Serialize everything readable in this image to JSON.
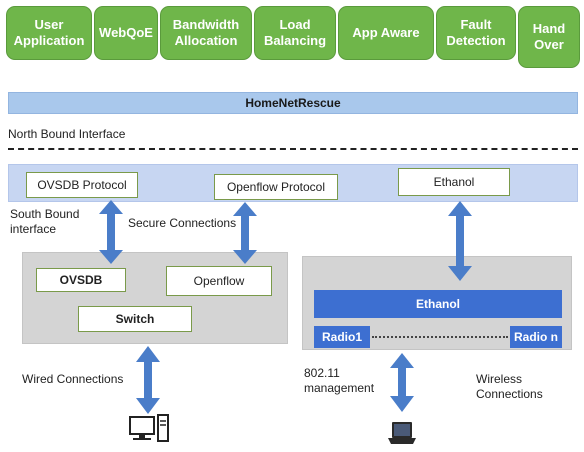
{
  "apps": [
    "User Application",
    "WebQoE",
    "Bandwidth Allocation",
    "Load Balancing",
    "App Aware",
    "Fault Detection",
    "Hand Over"
  ],
  "app_lines": {
    "user_application": [
      "User",
      "Application"
    ],
    "webqoe": [
      "WebQoE"
    ],
    "bandwidth_allocation": [
      "Bandwidth",
      "Allocation"
    ],
    "load_balancing": [
      "Load",
      "Balancing"
    ],
    "app_aware": [
      "App Aware"
    ],
    "fault_detection": [
      "Fault",
      "Detection"
    ],
    "hand_over": [
      "Hand",
      "Over"
    ]
  },
  "header_bar": "HomeNetRescue",
  "north_bound": "North Bound Interface",
  "south_bound": [
    "South Bound",
    "interface"
  ],
  "protocols": {
    "ovsdb": "OVSDB Protocol",
    "openflow": "Openflow Protocol",
    "ethanol": "Ethanol"
  },
  "secure_connections": "Secure Connections",
  "switch_block": {
    "ovsdb": "OVSDB",
    "openflow": "Openflow",
    "switch": "Switch"
  },
  "ap_block": {
    "ethanol": "Ethanol",
    "radio1": "Radio1",
    "radion": "Radio n"
  },
  "wired_connections": "Wired Connections",
  "management": [
    "802.11",
    "management"
  ],
  "wireless_connections": [
    "Wireless",
    "Connections"
  ],
  "colors": {
    "app_green": "#6fb64a",
    "arrow_blue": "#4a7dc9",
    "ap_blue": "#3d6fd1",
    "band_blue": "#c7d6f2"
  },
  "icons": [
    "desktop-computer-icon",
    "laptop-icon"
  ]
}
